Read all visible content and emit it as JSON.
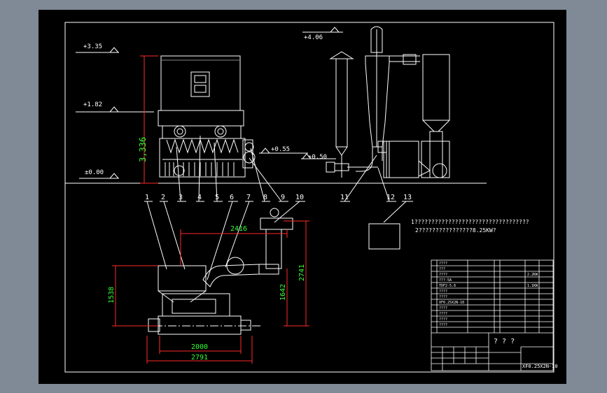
{
  "levels": {
    "top_left": "+3.35",
    "mid_left": "+1.82",
    "ground": "±0.00",
    "top_right": "+4.06",
    "right_a": "+0.55",
    "right_b": "+0.50"
  },
  "vertical_dim": "3,336",
  "callouts": [
    "1",
    "2",
    "3",
    "4",
    "5",
    "6",
    "7",
    "8",
    "9",
    "10",
    "11",
    "12",
    "13"
  ],
  "plan_dims": {
    "top_width": "2416",
    "height_right": "2741",
    "height_mid": "1642",
    "height_left": "1538",
    "base_width": "2000",
    "overall_width": "2791"
  },
  "notes": {
    "line1": "1??????????????????????????????????",
    "line2": "2????????????????8.25KW?"
  },
  "title_block": {
    "title": "? ? ?",
    "drawing_no": "XF0.25X2N-10"
  }
}
